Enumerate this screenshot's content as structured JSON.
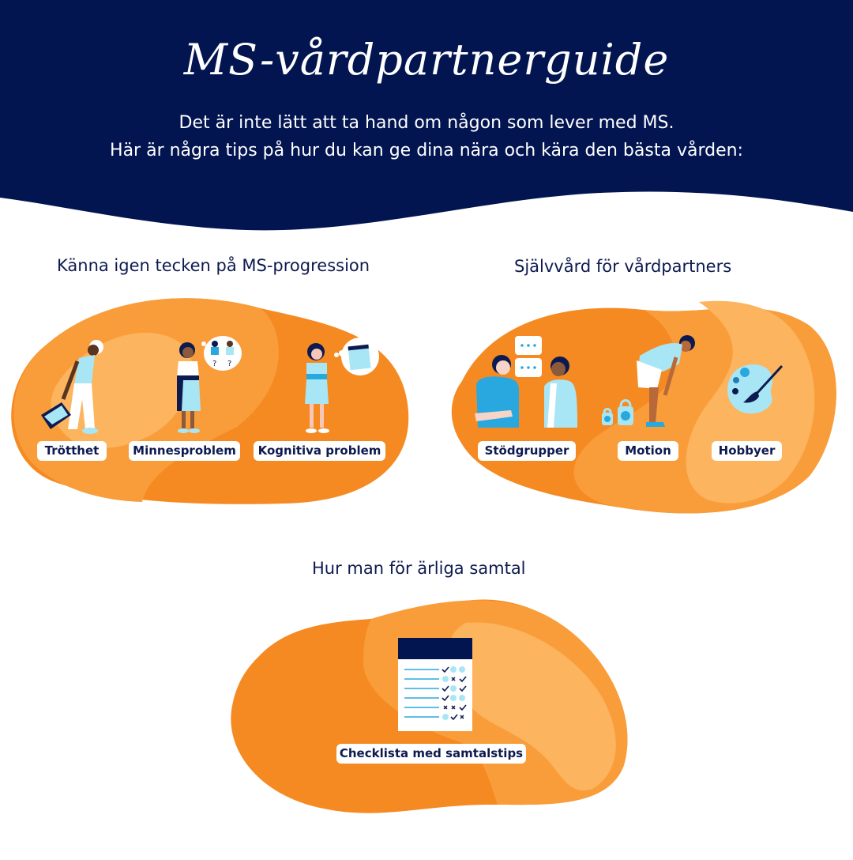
{
  "header": {
    "title": "MS-vårdpartnerguide",
    "subtitle_line1": "Det är inte lätt att ta hand om någon som lever med MS.",
    "subtitle_line2": "Här är några tips på hur du kan ge dina nära och kära den bästa vården:",
    "background_color": "#021550"
  },
  "sections": [
    {
      "title": "Känna igen tecken på MS-progression",
      "items": [
        {
          "label": "Trötthet",
          "icon": "tired-woman-with-bag-icon"
        },
        {
          "label": "Minnesproblem",
          "icon": "confused-woman-thinking-faces-icon"
        },
        {
          "label": "Kognitiva problem",
          "icon": "confused-woman-todo-list-icon"
        }
      ]
    },
    {
      "title": "Självvård för vårdpartners",
      "items": [
        {
          "label": "Stödgrupper",
          "icon": "two-people-talking-icon"
        },
        {
          "label": "Motion",
          "icon": "man-exercising-kettlebells-icon"
        },
        {
          "label": "Hobbyer",
          "icon": "paint-palette-icon"
        }
      ]
    },
    {
      "title": "Hur man för ärliga samtal",
      "items": [
        {
          "label": "Checklista med samtalstips",
          "icon": "checklist-icon"
        }
      ]
    }
  ],
  "colors": {
    "navy": "#021550",
    "orange_dark": "#f58a22",
    "orange_mid": "#f99d3a",
    "orange_light": "#fdb45f",
    "light_blue": "#a8e6f5",
    "blue": "#29a8e0",
    "text_dark": "#0d1a4f"
  }
}
